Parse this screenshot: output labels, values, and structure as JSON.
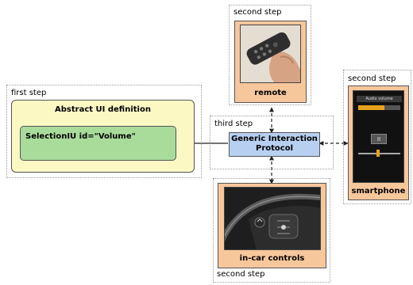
{
  "steps": {
    "first_step": "first step",
    "second_step_remote": "second step",
    "second_step_smartphone": "second step",
    "second_step_car": "second step",
    "third_step": "third step"
  },
  "abstract_ui": {
    "title": "Abstract UI definition",
    "element": "SelectionIU id=\"Volume\""
  },
  "protocol": {
    "line1": "Generic Interaction",
    "line2": "Protocol"
  },
  "devices": {
    "remote": "remote",
    "smartphone": "smartphone",
    "car": "in-car controls"
  },
  "phone_screen": {
    "header": "Audio volume",
    "button": "II"
  },
  "colors": {
    "abstract_bg": "#fbf8c4",
    "selection_bg": "#a9dc9b",
    "protocol_bg": "#b7cff0",
    "device_bg": "#f7c79c"
  }
}
